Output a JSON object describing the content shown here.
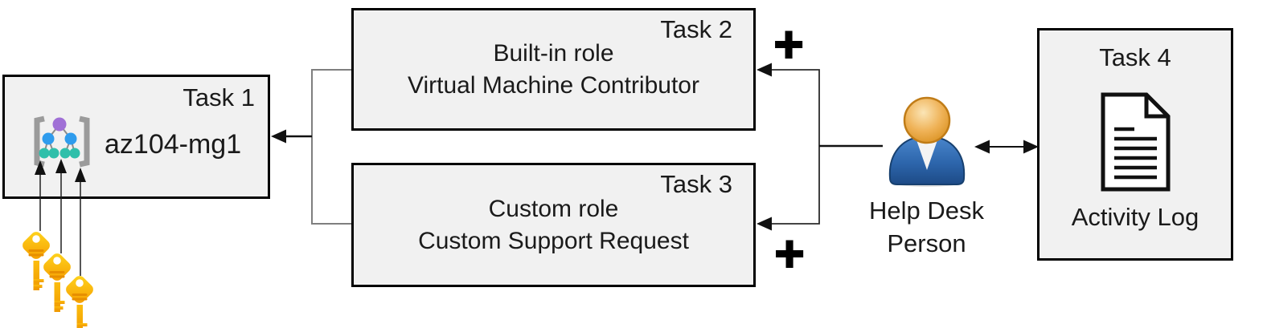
{
  "task1": {
    "tag": "Task 1",
    "resource": "az104-mg1"
  },
  "task2": {
    "tag": "Task 2",
    "role_type": "Built-in role",
    "role_name": "Virtual Machine Contributor"
  },
  "task3": {
    "tag": "Task 3",
    "role_type": "Custom role",
    "role_name": "Custom Support Request"
  },
  "task4": {
    "tag": "Task 4",
    "caption": "Activity Log"
  },
  "person": {
    "name_line1": "Help Desk",
    "name_line2": "Person"
  },
  "plus_top": "+",
  "plus_bottom": "+",
  "icons": {
    "management_group": "management-group-icon",
    "keys": "key-icon",
    "person": "person-icon",
    "activity_log_document": "document-icon",
    "plus": "plus-sign"
  },
  "colors": {
    "box_fill": "#f1f1f1",
    "box_border": "#000000",
    "connector_gray": "#7f7f7f",
    "connector_black": "#1a1a1a",
    "key_yellow": "#ffd61f",
    "key_orange": "#f59c00",
    "key_ridge": "#e78f00",
    "person_head": "#e9a83f",
    "person_body": "#2d66ac",
    "mg_purple": "#a070d6",
    "mg_blue": "#2f9ced",
    "mg_teal": "#2fbfaa",
    "mg_bracket": "#9b9b9b"
  }
}
